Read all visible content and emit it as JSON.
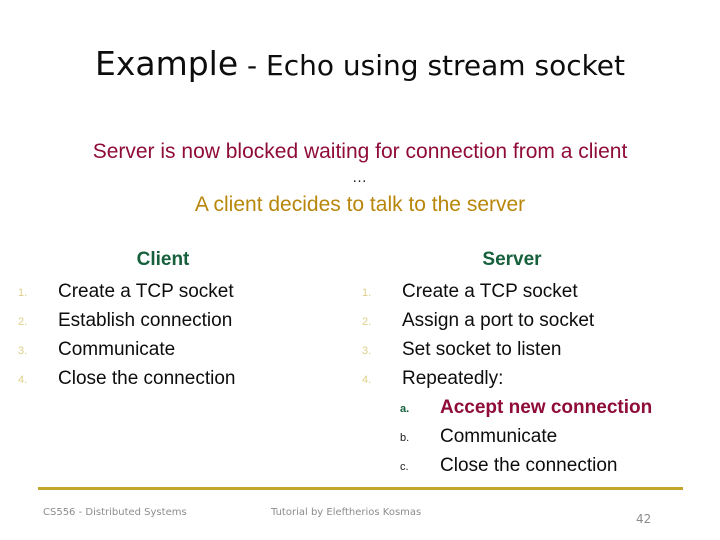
{
  "slide": {
    "title": {
      "main": "Example",
      "rest": " - Echo using stream socket"
    },
    "subtitle": {
      "line1": "Server is now blocked waiting for connection from a client",
      "ellipsis": "…",
      "line2": "A client decides to talk to the server"
    },
    "columns": {
      "client": {
        "heading": "Client",
        "steps": [
          {
            "marker": "1.",
            "text": "Create a TCP socket"
          },
          {
            "marker": "2.",
            "text": "Establish connection"
          },
          {
            "marker": "3.",
            "text": "Communicate"
          },
          {
            "marker": "4.",
            "text": "Close the connection"
          }
        ]
      },
      "server": {
        "heading": "Server",
        "steps": [
          {
            "marker": "1.",
            "text": "Create a TCP socket"
          },
          {
            "marker": "2.",
            "text": "Assign a port to socket"
          },
          {
            "marker": "3.",
            "text": "Set socket to listen"
          },
          {
            "marker": "4.",
            "text": "Repeatedly:"
          }
        ],
        "substeps": [
          {
            "marker": "a.",
            "text": "Accept new connection",
            "highlight": true
          },
          {
            "marker": "b.",
            "text": "Communicate",
            "highlight": false
          },
          {
            "marker": "c.",
            "text": "Close the connection",
            "highlight": false
          }
        ]
      }
    },
    "footer": {
      "left": "CS556 - Distributed Systems",
      "center": "Tutorial by Eleftherios Kosmas",
      "page": "42"
    },
    "colors": {
      "title": "#0d0d0d",
      "subtitle_maroon": "#8f0c3a",
      "subtitle_gold": "#b8860b",
      "heading_green": "#16603c",
      "marker_gold": "#ddd08a",
      "body_text": "#0d0d0d",
      "footer_gray": "#8c8c8c",
      "rule_gold": "#c3a52c",
      "background": "#ffffff"
    }
  }
}
